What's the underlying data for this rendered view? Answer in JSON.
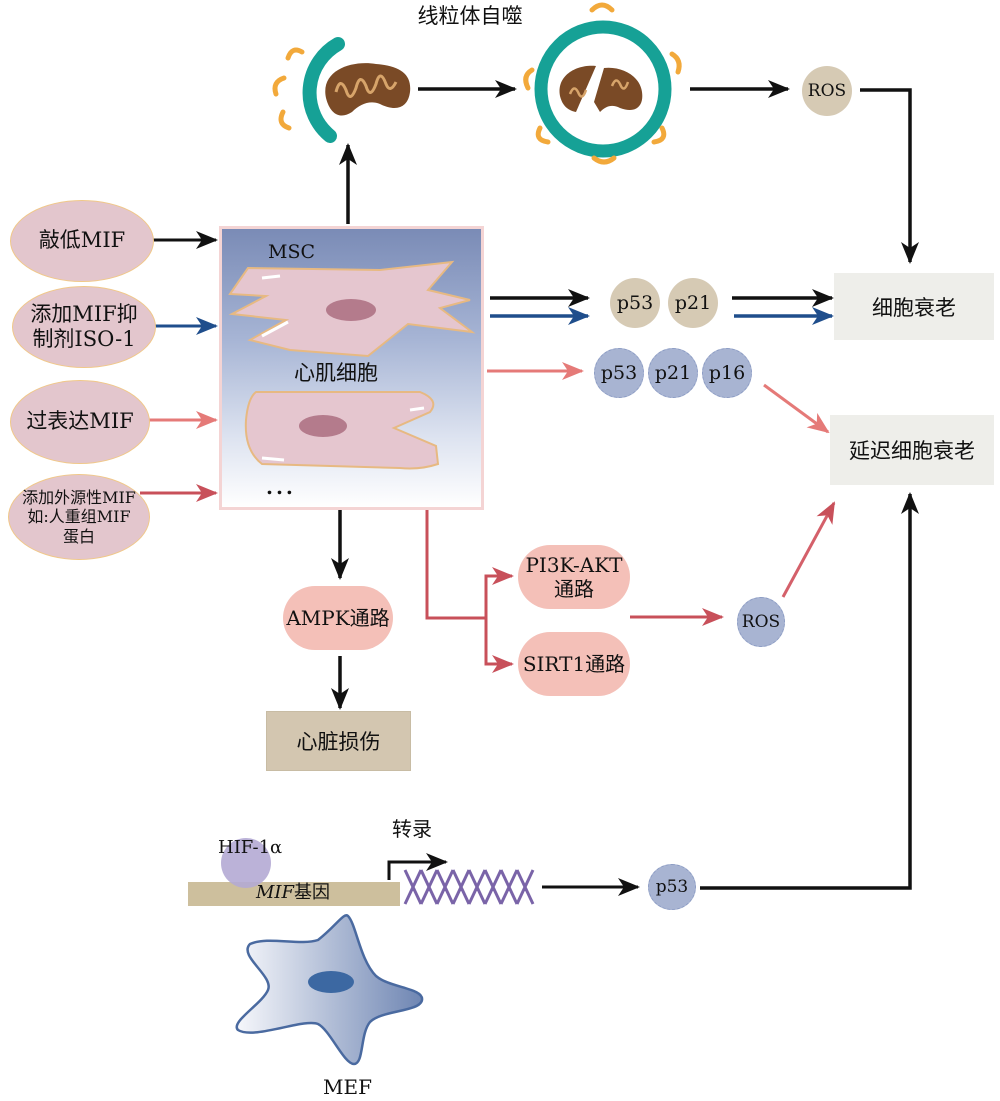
{
  "title": "线粒体自噬",
  "inputs": [
    {
      "label": "敲低MIF",
      "arrow_color": "#111111"
    },
    {
      "label": "添加MIF抑制剂ISO-1",
      "line1": "添加MIF抑",
      "line2": "制剂ISO-1",
      "arrow_color": "#1f4e8c"
    },
    {
      "label": "过表达MIF",
      "arrow_color": "#e57a78"
    },
    {
      "label": "添加外源性MIF如:人重组MIF蛋白",
      "line1": "添加外源性MIF",
      "line2": "如:人重组MIF",
      "line3": "蛋白",
      "arrow_color": "#c8505a"
    }
  ],
  "cells": {
    "msc": "MSC",
    "cardiomyocyte": "心肌细胞",
    "ellipsis": "...",
    "mef": "MEF"
  },
  "nodes": {
    "ros_top": "ROS",
    "p53_a": "p53",
    "p21_a": "p21",
    "p53_b": "p53",
    "p21_b": "p21",
    "p16_b": "p16",
    "senescence": "细胞衰老",
    "delayed_senescence": "延迟细胞衰老",
    "ampk": "AMPK通路",
    "heart_injury": "心脏损伤",
    "pi3k_line1": "PI3K-AKT",
    "pi3k_line2": "通路",
    "sirt1": "SIRT1通路",
    "ros_mid": "ROS",
    "hif": "HIF-1α",
    "mif_gene_italic": "MIF",
    "mif_gene_rest": "基因",
    "transcription": "转录",
    "p53_bottom": "p53"
  },
  "colors": {
    "black_arrow": "#111111",
    "blue_arrow": "#1f4e8c",
    "pink_arrow": "#e57a78",
    "red_arrow": "#c8505a",
    "teal": "#16a196",
    "orange": "#f2a93b",
    "mito_brown": "#7a4a26"
  }
}
